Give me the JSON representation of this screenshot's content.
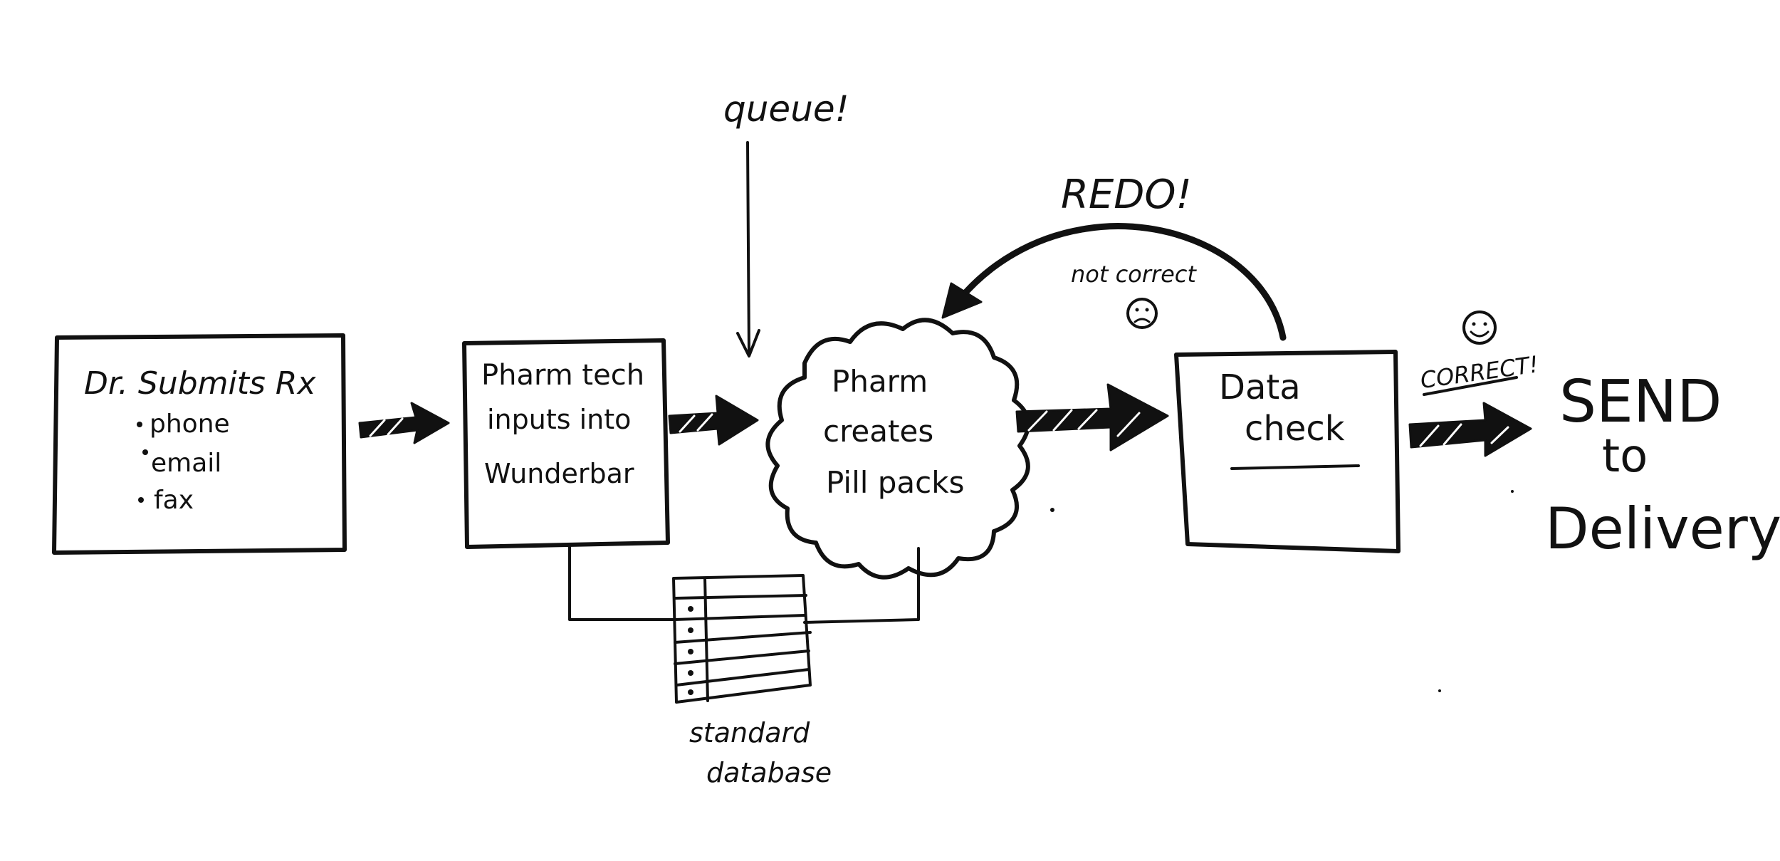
{
  "nodes": {
    "submit": {
      "title": "Dr. Submits Rx",
      "bullets": [
        "phone",
        "email",
        "fax"
      ]
    },
    "input": {
      "lines": [
        "Pharm tech",
        "inputs into",
        "Wunderbar"
      ]
    },
    "create": {
      "lines": [
        "Pharm",
        "creates",
        "Pill packs"
      ]
    },
    "check": {
      "lines": [
        "Data",
        "check"
      ]
    },
    "send": {
      "lines": [
        "SEND",
        "to",
        "Delivery"
      ]
    },
    "database": {
      "lines": [
        "standard",
        "database"
      ]
    }
  },
  "annotations": {
    "queue": "queue!",
    "redo": "REDO!",
    "not_correct": "not correct",
    "correct": "CORRECT!"
  }
}
